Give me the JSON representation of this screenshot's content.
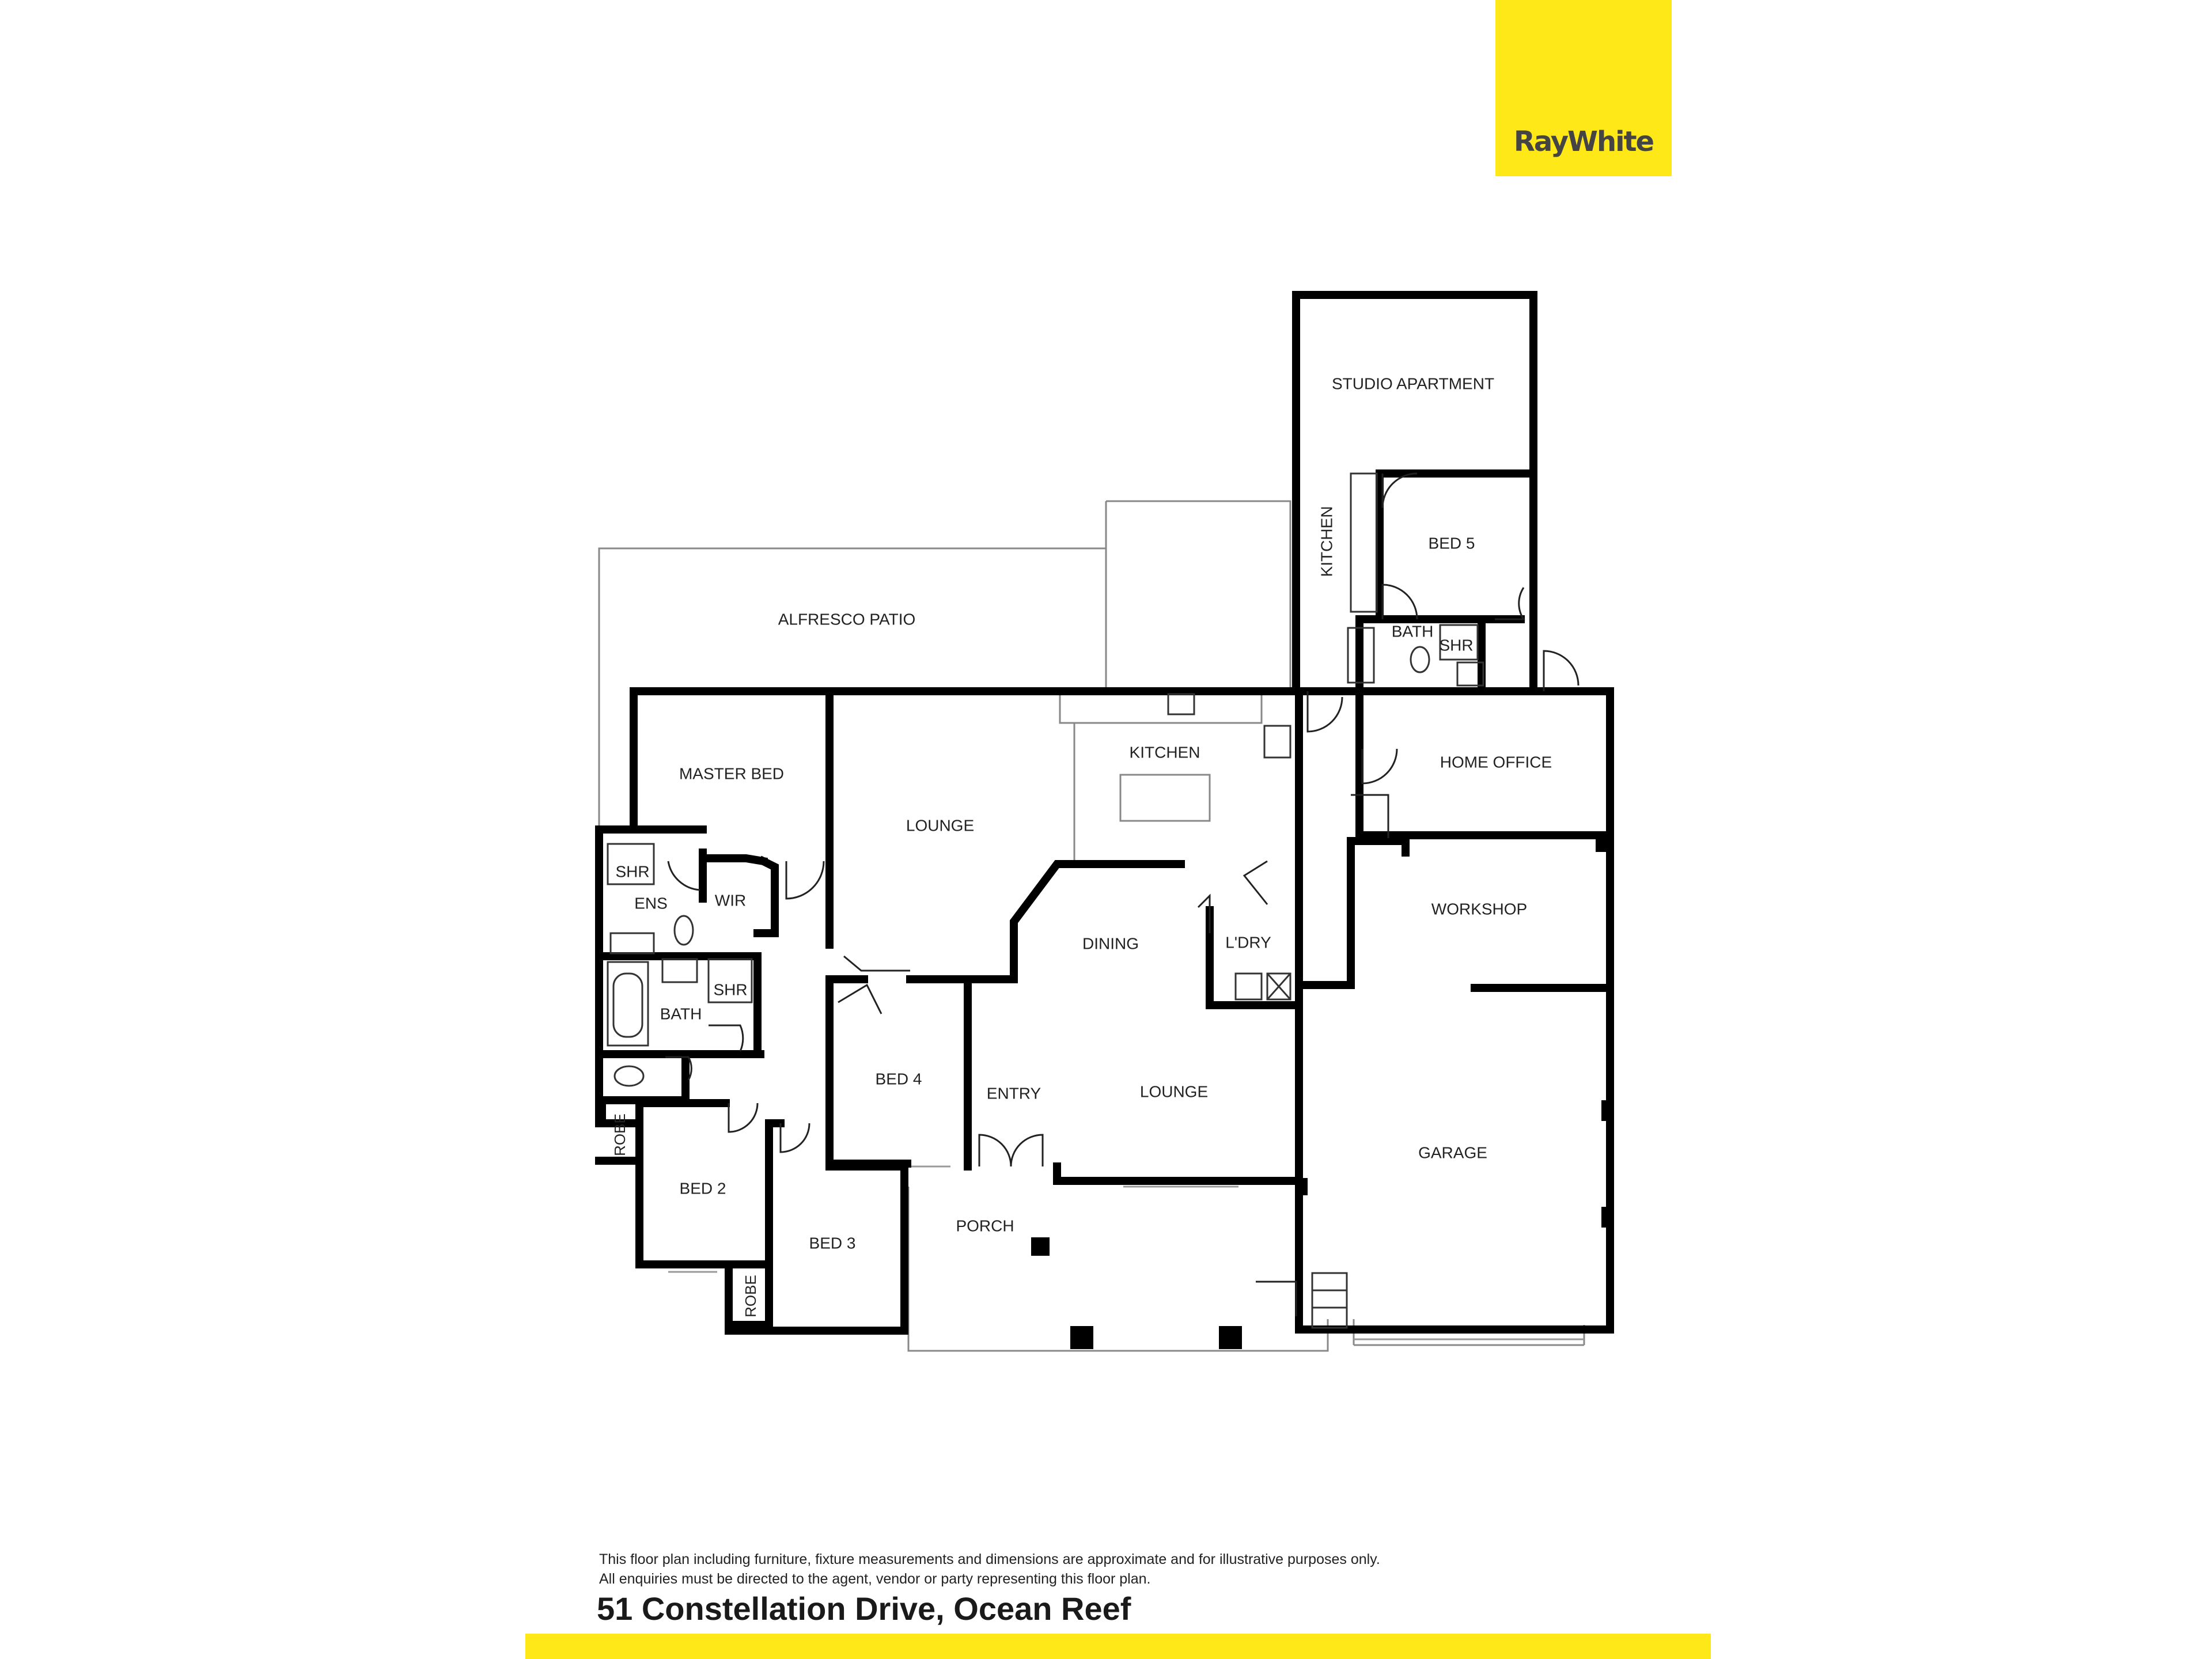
{
  "brand": {
    "logo_text": "RayWhite",
    "color": "#ffe818"
  },
  "rooms": {
    "studio_apartment": "STUDIO APARTMENT",
    "kitchen_studio": "KITCHEN",
    "bed5": "BED 5",
    "bath_studio": "BATH",
    "shr_studio": "SHR",
    "alfresco": "ALFRESCO PATIO",
    "master_bed": "MASTER BED",
    "lounge_rear": "LOUNGE",
    "kitchen": "KITCHEN",
    "home_office": "HOME OFFICE",
    "shr_ens": "SHR",
    "ens": "ENS",
    "wir": "WIR",
    "workshop": "WORKSHOP",
    "dining": "DINING",
    "ldry": "L'DRY",
    "shr_bath": "SHR",
    "bath": "BATH",
    "bed4": "BED 4",
    "entry": "ENTRY",
    "lounge_front": "LOUNGE",
    "garage": "GARAGE",
    "robe1": "ROBE",
    "bed2": "BED 2",
    "porch": "PORCH",
    "bed3": "BED 3",
    "robe2": "ROBE"
  },
  "footer": {
    "disclaimer_line1": "This floor plan including furniture, fixture measurements and dimensions are approximate and for illustrative purposes only.",
    "disclaimer_line2": "All enquiries must be directed to the agent, vendor or party representing this floor plan.",
    "address": "51 Constellation Drive, Ocean Reef"
  }
}
